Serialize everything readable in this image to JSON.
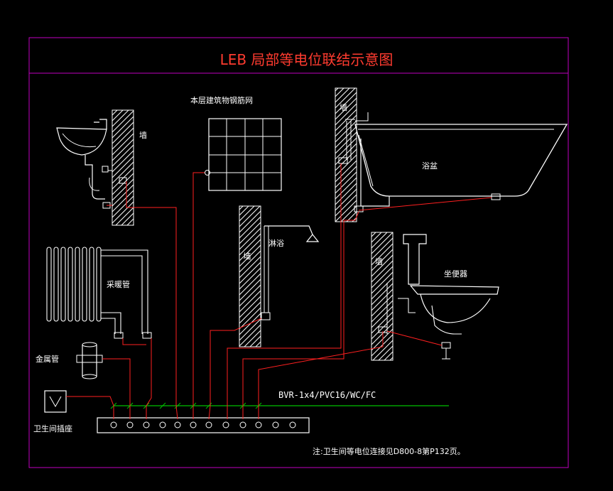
{
  "title": "LEB 局部等电位联结示意图",
  "labels": {
    "wall_1": "墙",
    "wall_2": "墙",
    "wall_3": "墙",
    "wall_4": "墙",
    "floor_mesh": "本层建筑物钢筋网",
    "radiator": "采暖管",
    "shower": "淋浴",
    "bathtub": "浴盆",
    "toilet": "坐便器",
    "metal_pipe": "金属管",
    "terminal_box": "卫生间插座",
    "cable_spec": "BVR-1x4/PVC16/WC/FC",
    "note": "注:卫生间等电位连接见D800-8第P132页。"
  },
  "colors": {
    "frame": "#c000c0",
    "conductor": "#ff2020",
    "bus_line": "#00c000",
    "cable_text": "#ffffff",
    "title": "#ff3b2f"
  }
}
